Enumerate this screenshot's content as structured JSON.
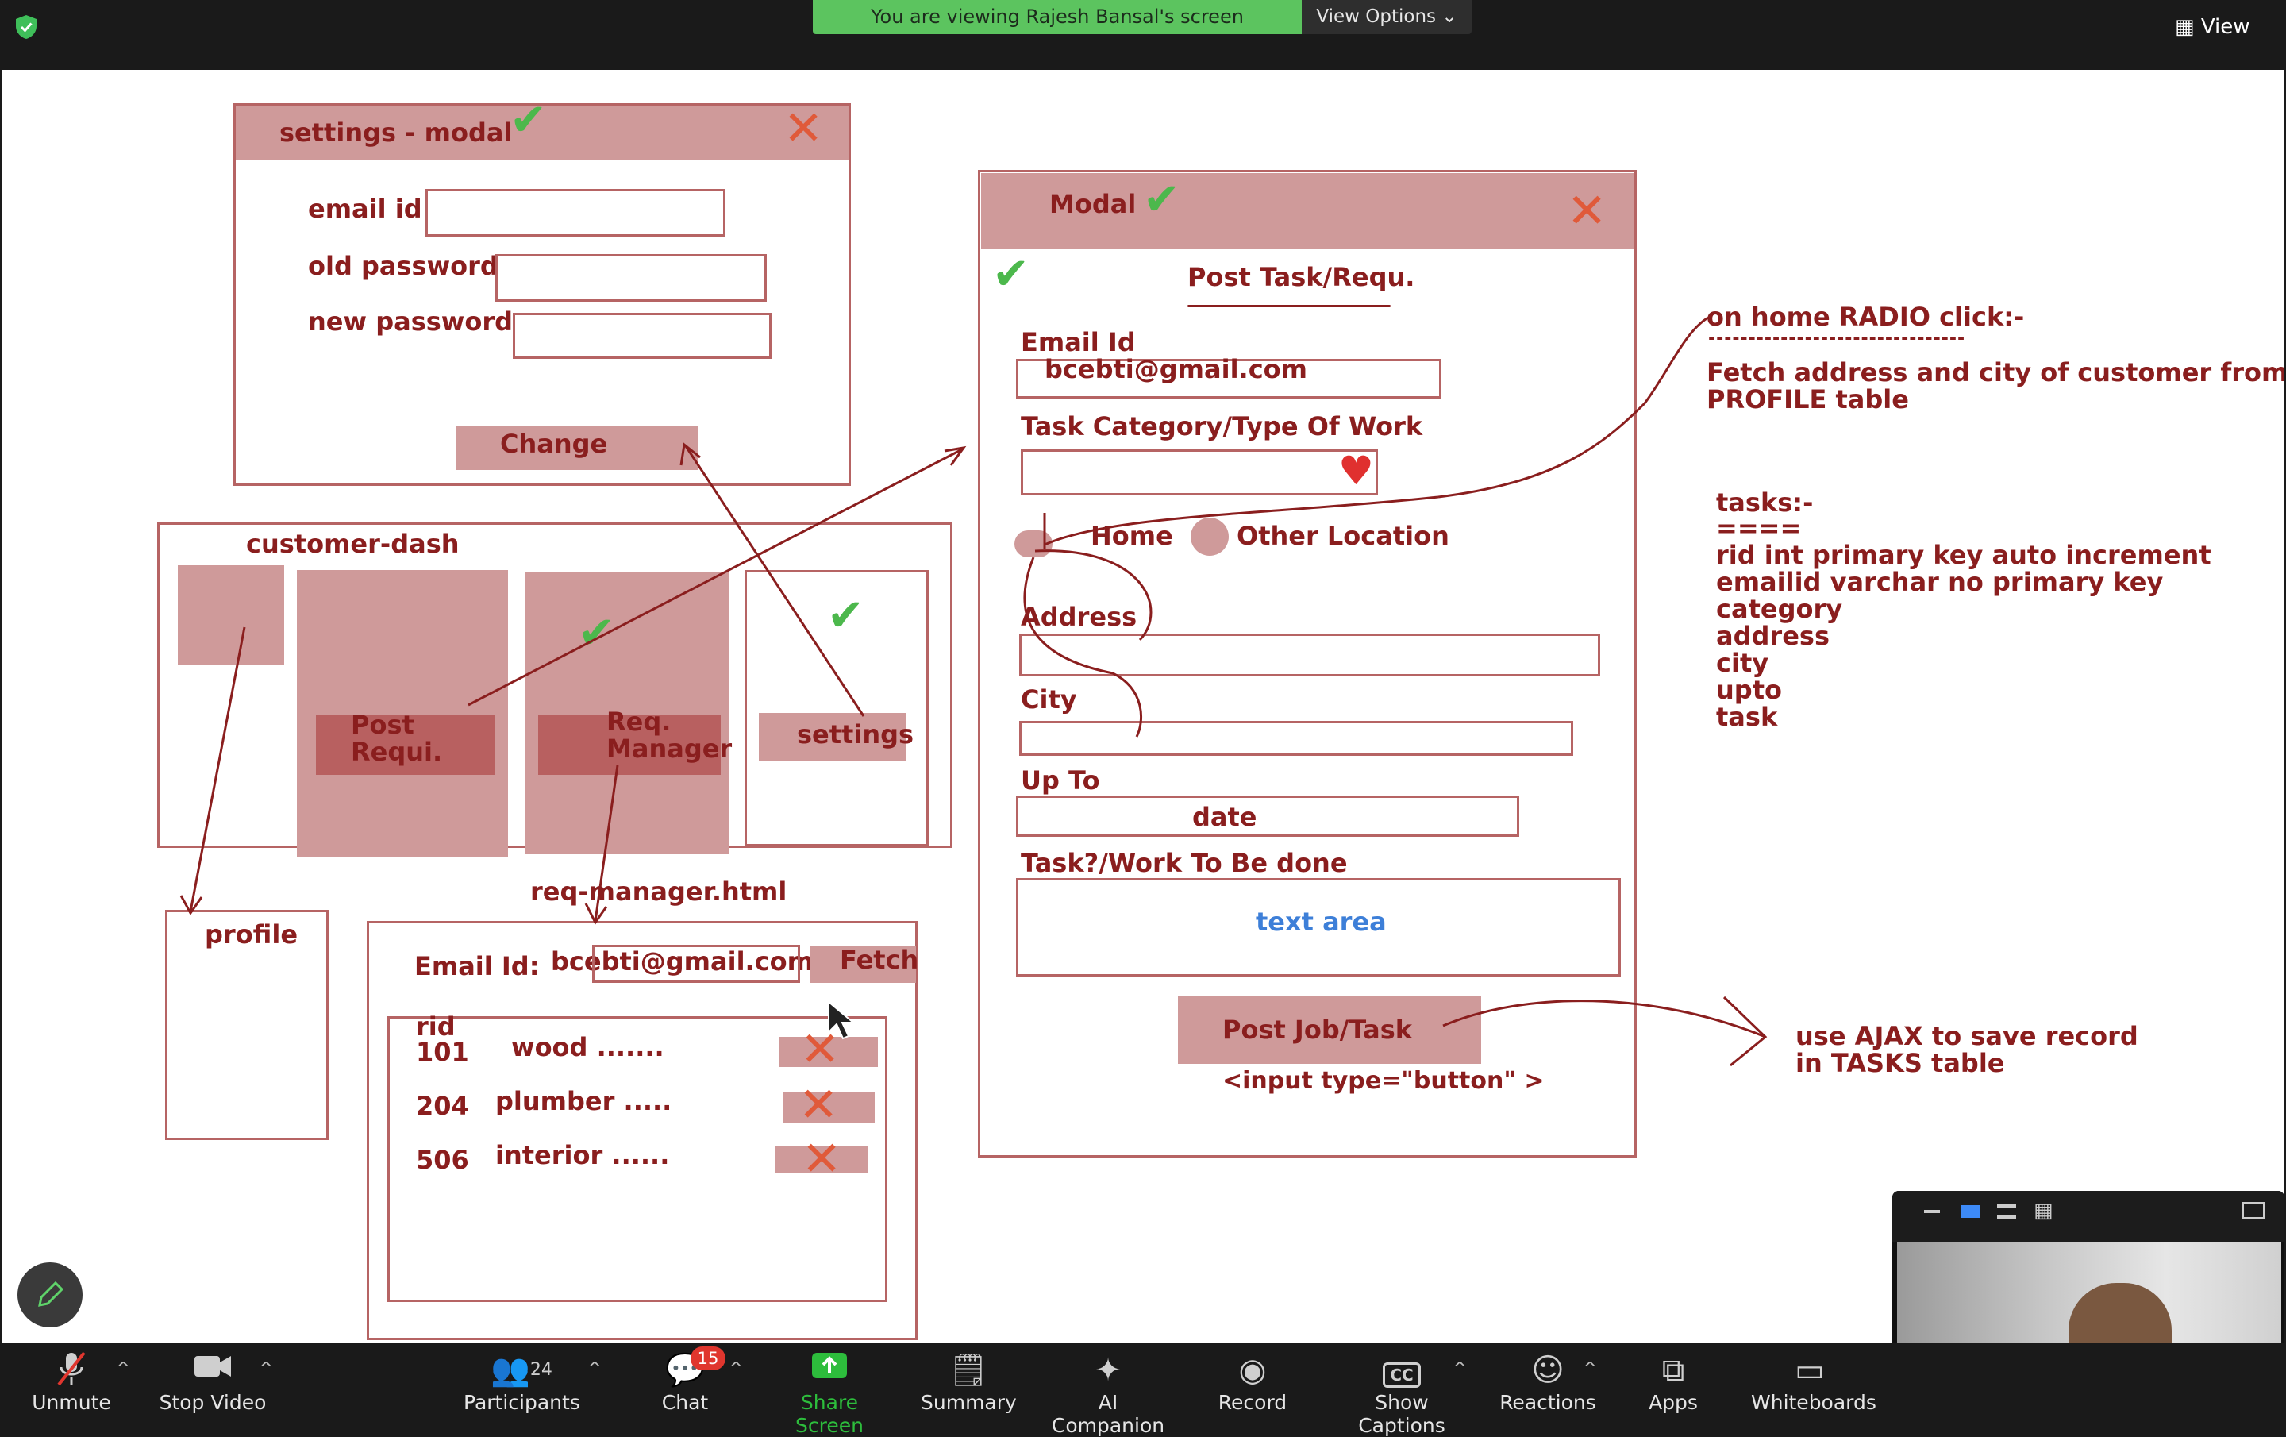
{
  "top": {
    "banner": "You are viewing Rajesh Bansal's screen",
    "view_options": "View Options",
    "view": "View"
  },
  "settings_modal": {
    "title": "settings  - modal",
    "email_label": "email id",
    "old_password_label": "old password",
    "new_password_label": "new password",
    "change_button": "Change"
  },
  "customer_dash": {
    "title": "customer-dash",
    "post_requi": "Post Requi.",
    "req_manager": "Req. Manager",
    "settings": "settings"
  },
  "profile": {
    "title": "profile"
  },
  "req_manager": {
    "title": "req-manager.html",
    "email_label": "Email Id:",
    "email_value": "bcebti@gmail.com",
    "fetch": "Fetch",
    "rid_header": "rid",
    "rows": [
      {
        "rid": "101",
        "desc": "wood ......."
      },
      {
        "rid": "204",
        "desc": "plumber ....."
      },
      {
        "rid": "506",
        "desc": "interior ......"
      }
    ]
  },
  "modal": {
    "title": "Modal",
    "subtitle": "Post Task/Requ.",
    "email_label": "Email Id",
    "email_value": "bcebti@gmail.com",
    "category_label": "Task Category/Type Of Work",
    "home": "Home",
    "other_location": "Other Location",
    "address_label": "Address",
    "city_label": "City",
    "upto_label": "Up To",
    "upto_value": "date",
    "task_label": "Task?/Work To Be done",
    "textarea_value": "text area",
    "post_button": "Post Job/Task",
    "input_note": "<input type=\"button\" >"
  },
  "notes": {
    "radio_title": "on home RADIO click:-",
    "radio_rule": "--------------------------------",
    "radio_line1": "Fetch address and city of customer from",
    "radio_line2": "PROFILE table",
    "tasks_title": "tasks:-",
    "tasks_rule": "====",
    "tasks_fields": [
      "rid  int primary key  auto increment",
      "emailid    varchar  no primary key",
      "category",
      "address",
      "city",
      "upto",
      "task"
    ],
    "ajax_line1": "use AJAX to save record",
    "ajax_line2": "in TASKS table"
  },
  "toolbar": {
    "unmute": "Unmute",
    "stop_video": "Stop Video",
    "participants": "Participants",
    "participants_count": "24",
    "chat": "Chat",
    "chat_badge": "15",
    "share_screen": "Share Screen",
    "summary": "Summary",
    "ai_companion": "AI Companion",
    "record": "Record",
    "show_captions": "Show Captions",
    "reactions": "Reactions",
    "apps": "Apps",
    "whiteboards": "Whiteboards"
  },
  "colors": {
    "accent_green": "#5cc45f",
    "ink": "#8a1e1e",
    "box_fill": "#cf9a9a",
    "share_green": "#2dbd3c"
  }
}
